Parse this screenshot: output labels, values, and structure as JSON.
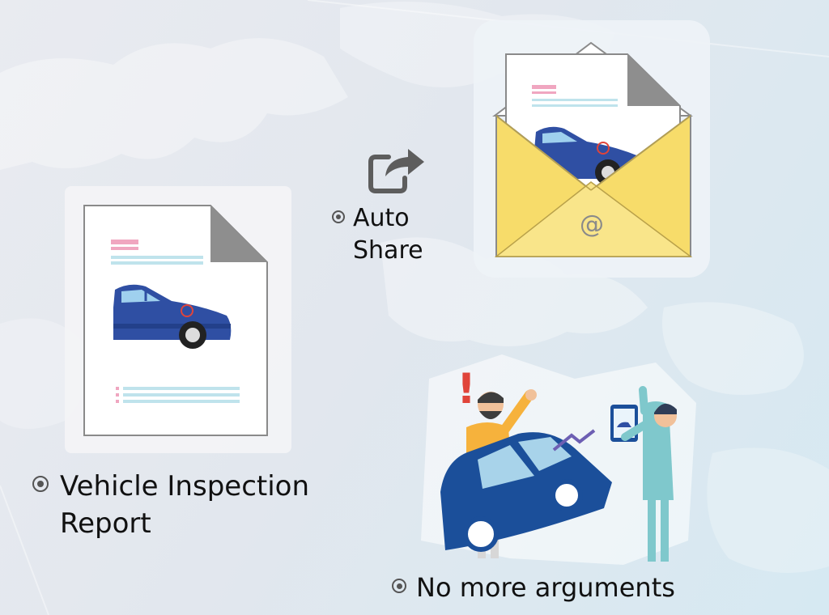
{
  "report_card": {
    "caption_line1": "Vehicle Inspection",
    "caption_line2": "Report"
  },
  "share_label": {
    "line1": "Auto",
    "line2": "Share"
  },
  "email_card": {
    "at_symbol": "@"
  },
  "arguments_label": {
    "text": "No more arguments"
  },
  "alert": {
    "symbol": "!"
  },
  "colors": {
    "car_blue": "#2f4fa3",
    "dark_blue": "#1b4f9a",
    "envelope_yellow": "#f7dc6a",
    "teal": "#7fc8cc",
    "red_accent": "#e0443a",
    "pink_bar": "#f0a6c0",
    "cyan_bar": "#bfe3ec"
  }
}
